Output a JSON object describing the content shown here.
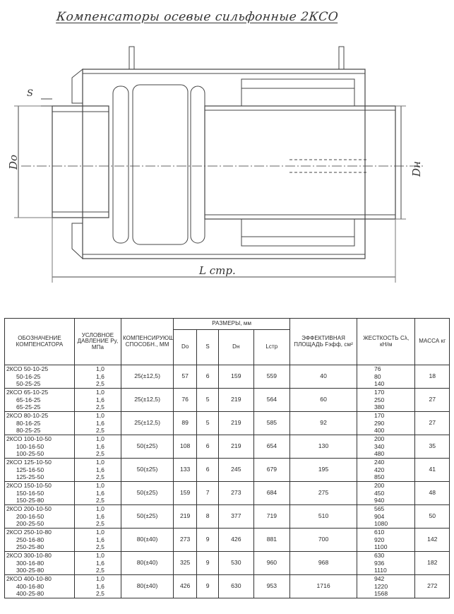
{
  "title": "Компенсаторы осевые сильфонные 2КСО",
  "drawing_labels": {
    "s": "S",
    "do": "Dо",
    "dn": "Dн",
    "lstr": "L стр."
  },
  "table": {
    "headers": {
      "designation": "ОБОЗНАЧЕНИЕ КОМПЕНСАТОРА",
      "pressure": "УСЛОВНОЕ ДАВЛЕНИЕ Ру, МПа",
      "compensation": "КОМПЕНСИРУЮЩАЯ СПОСОБН., ММ",
      "sizes": "РАЗМЕРЫ, мм",
      "do": "Dо",
      "s": "S",
      "dn": "Dн",
      "lstr": "Lстр",
      "area": "ЭФФЕКТИВНАЯ ПЛОЩАДЬ Fэфф, см²",
      "stiffness": "ЖЕСТКОСТЬ Сλ, кН/м",
      "mass": "МАССА кг"
    },
    "rows": [
      {
        "designations": [
          "2КСО 50-10-25",
          "50-16-25",
          "50-25-25"
        ],
        "pressures": [
          "1,0",
          "1,6",
          "2,5"
        ],
        "compensation": "25(±12,5)",
        "do": "57",
        "s": "6",
        "dn": "159",
        "lstr": "559",
        "area": "40",
        "stiffness": [
          "76",
          "80",
          "140"
        ],
        "mass": "18"
      },
      {
        "designations": [
          "2КСО 65-10-25",
          "65-16-25",
          "65-25-25"
        ],
        "pressures": [
          "1,0",
          "1,6",
          "2,5"
        ],
        "compensation": "25(±12,5)",
        "do": "76",
        "s": "5",
        "dn": "219",
        "lstr": "564",
        "area": "60",
        "stiffness": [
          "170",
          "250",
          "380"
        ],
        "mass": "27"
      },
      {
        "designations": [
          "2КСО 80-10-25",
          "80-16-25",
          "80-25-25"
        ],
        "pressures": [
          "1,0",
          "1,6",
          "2,5"
        ],
        "compensation": "25(±12,5)",
        "do": "89",
        "s": "5",
        "dn": "219",
        "lstr": "585",
        "area": "92",
        "stiffness": [
          "170",
          "290",
          "400"
        ],
        "mass": "27"
      },
      {
        "designations": [
          "2КСО 100-10-50",
          "100-16-50",
          "100-25-50"
        ],
        "pressures": [
          "1,0",
          "1,6",
          "2,5"
        ],
        "compensation": "50(±25)",
        "do": "108",
        "s": "6",
        "dn": "219",
        "lstr": "654",
        "area": "130",
        "stiffness": [
          "200",
          "340",
          "480"
        ],
        "mass": "35"
      },
      {
        "designations": [
          "2КСО 125-10-50",
          "125-16-50",
          "125-25-50"
        ],
        "pressures": [
          "1,0",
          "1,6",
          "2,5"
        ],
        "compensation": "50(±25)",
        "do": "133",
        "s": "6",
        "dn": "245",
        "lstr": "679",
        "area": "195",
        "stiffness": [
          "240",
          "420",
          "850"
        ],
        "mass": "41"
      },
      {
        "designations": [
          "2КСО 150-10-50",
          "150-16-50",
          "150-25-80"
        ],
        "pressures": [
          "1,0",
          "1,6",
          "2,5"
        ],
        "compensation": "50(±25)",
        "do": "159",
        "s": "7",
        "dn": "273",
        "lstr": "684",
        "area": "275",
        "stiffness": [
          "200",
          "450",
          "940"
        ],
        "mass": "48"
      },
      {
        "designations": [
          "2КСО 200-10-50",
          "200-16-50",
          "200-25-50"
        ],
        "pressures": [
          "1,0",
          "1,6",
          "2,5"
        ],
        "compensation": "50(±25)",
        "do": "219",
        "s": "8",
        "dn": "377",
        "lstr": "719",
        "area": "510",
        "stiffness": [
          "565",
          "904",
          "1080"
        ],
        "mass": "50"
      },
      {
        "designations": [
          "2КСО 250-10-80",
          "250-16-80",
          "250-25-80"
        ],
        "pressures": [
          "1,0",
          "1,6",
          "2,5"
        ],
        "compensation": "80(±40)",
        "do": "273",
        "s": "9",
        "dn": "426",
        "lstr": "881",
        "area": "700",
        "stiffness": [
          "610",
          "920",
          "1100"
        ],
        "mass": "142"
      },
      {
        "designations": [
          "2КСО 300-10-80",
          "300-16-80",
          "300-25-80"
        ],
        "pressures": [
          "1,0",
          "1,6",
          "2,5"
        ],
        "compensation": "80(±40)",
        "do": "325",
        "s": "9",
        "dn": "530",
        "lstr": "960",
        "area": "968",
        "stiffness": [
          "630",
          "936",
          "1110"
        ],
        "mass": "182"
      },
      {
        "designations": [
          "2КСО 400-10-80",
          "400-16-80",
          "400-25-80"
        ],
        "pressures": [
          "1,0",
          "1,6",
          "2,5"
        ],
        "compensation": "80(±40)",
        "do": "426",
        "s": "9",
        "dn": "630",
        "lstr": "953",
        "area": "1716",
        "stiffness": [
          "942",
          "1220",
          "1568"
        ],
        "mass": "272"
      }
    ]
  }
}
